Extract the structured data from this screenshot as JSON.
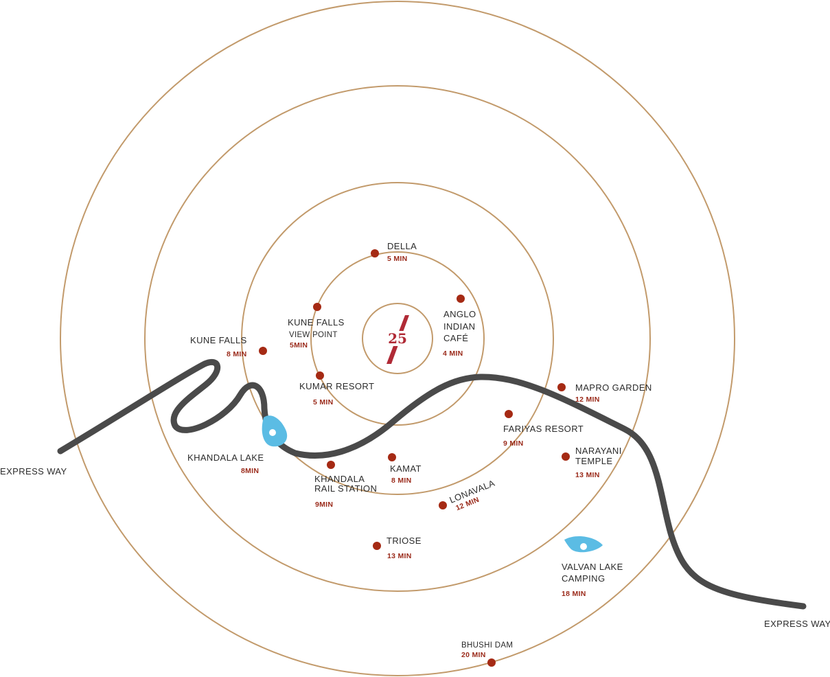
{
  "map": {
    "center_logo": {
      "text": "25",
      "icon": "slash-logo-icon",
      "color": "#b02a36"
    },
    "ring_color": "#c29a6b",
    "road_color": "#4a4a4a",
    "lake_color": "#5bbce4",
    "dot_color": "#a52a14",
    "roads": [
      {
        "label": "EXPRESS WAY"
      },
      {
        "label": "EXPRESS WAY"
      }
    ],
    "places": [
      {
        "id": "della",
        "name": [
          "DELLA"
        ],
        "time": "5 MIN"
      },
      {
        "id": "anglo",
        "name": [
          "ANGLO",
          "INDIAN",
          "CAFÉ"
        ],
        "time": "4 MIN"
      },
      {
        "id": "kune-view",
        "name": [
          "KUNE FALLS"
        ],
        "subname": "VIEW POINT",
        "time": "5MIN"
      },
      {
        "id": "kune-falls",
        "name": [
          "KUNE FALLS"
        ],
        "time": "8 MIN"
      },
      {
        "id": "kumar",
        "name": [
          "KUMAR RESORT"
        ],
        "time": "5 MIN"
      },
      {
        "id": "mapro",
        "name": [
          "MAPRO GARDEN"
        ],
        "time": "12 MIN"
      },
      {
        "id": "fariyas",
        "name": [
          "FARIYAS RESORT"
        ],
        "time": "9 MIN"
      },
      {
        "id": "narayani",
        "name": [
          "NARAYANI",
          "TEMPLE"
        ],
        "time": "13 MIN"
      },
      {
        "id": "khandala-lake",
        "name": [
          "KHANDALA LAKE"
        ],
        "time": "8MIN"
      },
      {
        "id": "khandala-rail",
        "name": [
          "KHANDALA",
          "RAIL STATION"
        ],
        "time": "9MIN"
      },
      {
        "id": "kamat",
        "name": [
          "KAMAT"
        ],
        "time": "8 MIN"
      },
      {
        "id": "lonavala",
        "name": [
          "LONAVALA"
        ],
        "time": "12 MIN"
      },
      {
        "id": "triose",
        "name": [
          "TRIOSE"
        ],
        "time": "13 MIN"
      },
      {
        "id": "valvan",
        "name": [
          "VALVAN LAKE",
          "CAMPING"
        ],
        "time": "18 MIN"
      },
      {
        "id": "bhushi",
        "name": [
          "BHUSHI DAM"
        ],
        "time": "20 MIN"
      }
    ]
  }
}
